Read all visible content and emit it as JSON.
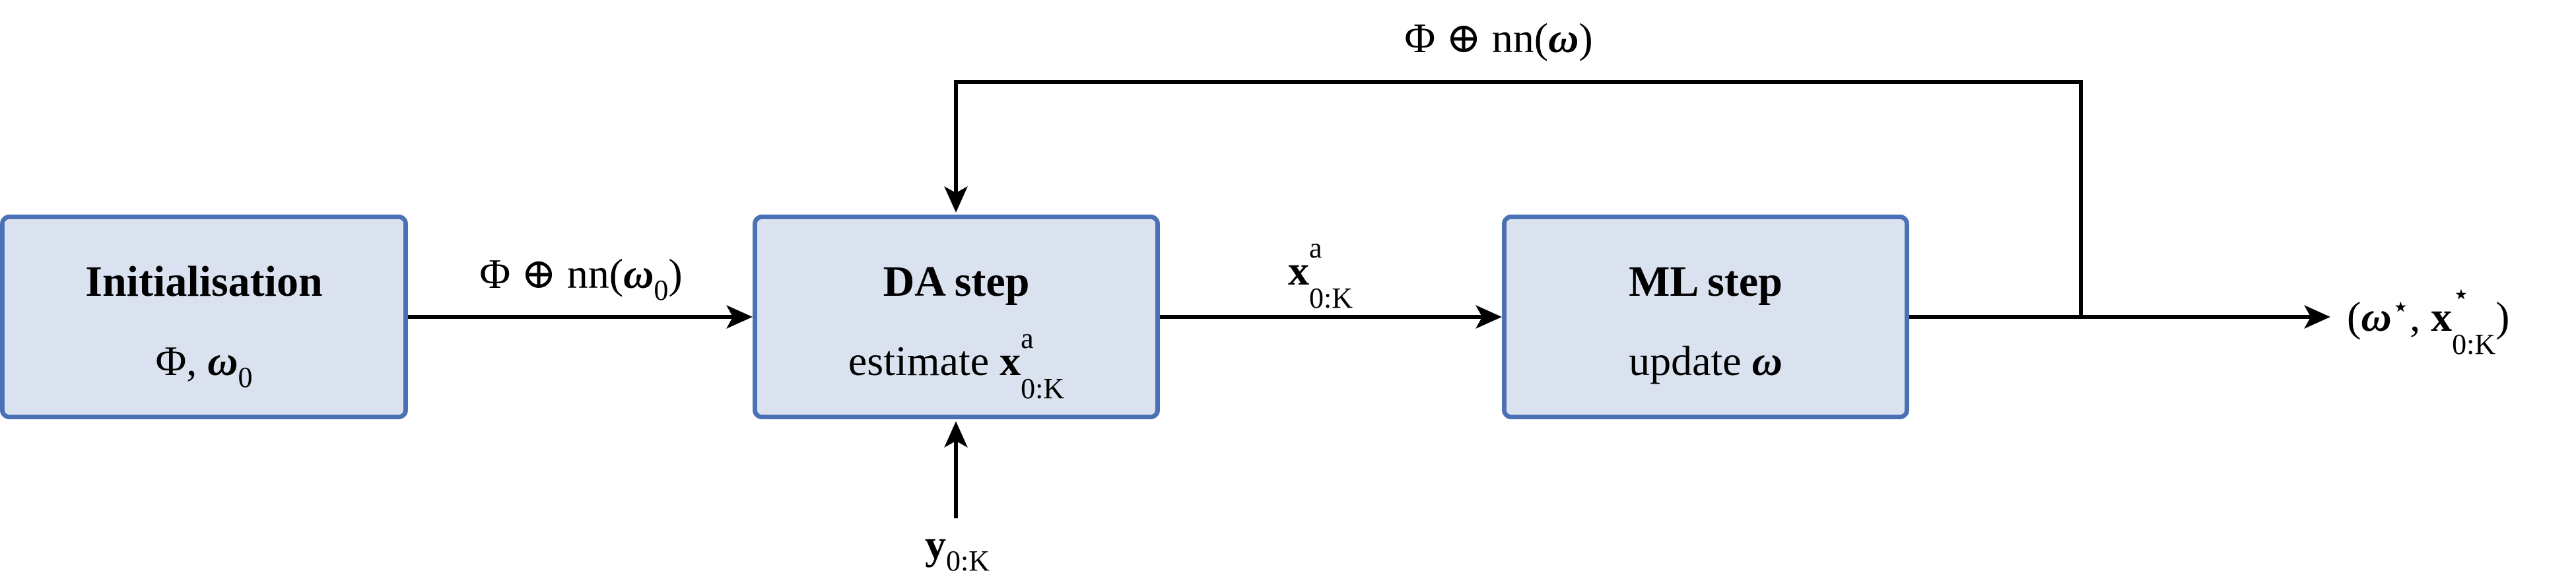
{
  "nodes": {
    "init": {
      "title": "Initialisation",
      "sub_phi": "Φ, ",
      "sub_omega": "ω",
      "sub_index": "0"
    },
    "da": {
      "title": "DA step",
      "sub_text": "estimate ",
      "sub_x": "x",
      "sub_sup": "a",
      "sub_sub": "0:K"
    },
    "ml": {
      "title": "ML step",
      "sub_text": "update ",
      "sub_omega": "ω"
    }
  },
  "edges": {
    "init_to_da": {
      "phi_oplus": "Φ ⊕ nn(",
      "omega": "ω",
      "index": "0",
      "close": ")"
    },
    "da_to_ml": {
      "x": "x",
      "sup": "a",
      "sub": "0:K"
    },
    "feedback": {
      "phi_oplus": "Φ ⊕ nn(",
      "omega": "ω",
      "close": ")"
    },
    "observations": {
      "y": "y",
      "sub": "0:K"
    },
    "output": {
      "open": "(",
      "omega": "ω",
      "star": "⋆",
      "comma": ", ",
      "x": "x",
      "sup": "⋆",
      "sub": "0:K",
      "close": ")"
    }
  },
  "colors": {
    "box_fill": "#dbe2ef",
    "box_border": "#4a71b5",
    "arrow": "#000000"
  }
}
